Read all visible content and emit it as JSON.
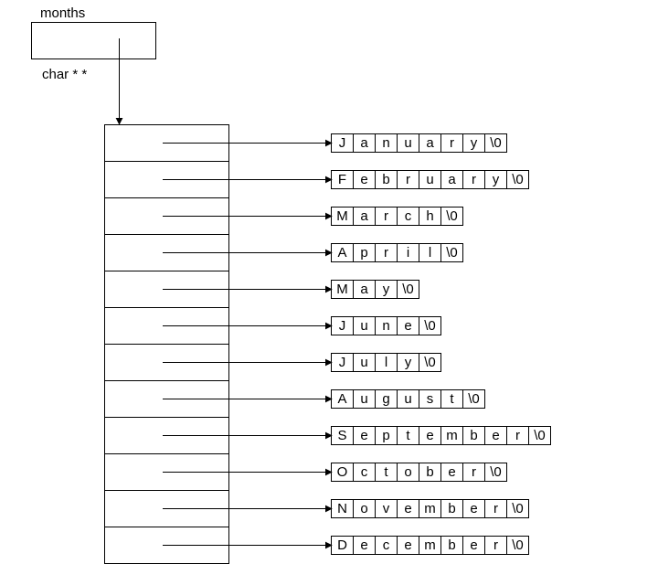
{
  "variable": {
    "name": "months",
    "type": "char * *"
  },
  "strings": [
    [
      "J",
      "a",
      "n",
      "u",
      "a",
      "r",
      "y",
      "\\0"
    ],
    [
      "F",
      "e",
      "b",
      "r",
      "u",
      "a",
      "r",
      "y",
      "\\0"
    ],
    [
      "M",
      "a",
      "r",
      "c",
      "h",
      "\\0"
    ],
    [
      "A",
      "p",
      "r",
      "i",
      "l",
      "\\0"
    ],
    [
      "M",
      "a",
      "y",
      "\\0"
    ],
    [
      "J",
      "u",
      "n",
      "e",
      "\\0"
    ],
    [
      "J",
      "u",
      "l",
      "y",
      "\\0"
    ],
    [
      "A",
      "u",
      "g",
      "u",
      "s",
      "t",
      "\\0"
    ],
    [
      "S",
      "e",
      "p",
      "t",
      "e",
      "m",
      "b",
      "e",
      "r",
      "\\0"
    ],
    [
      "O",
      "c",
      "t",
      "o",
      "b",
      "e",
      "r",
      "\\0"
    ],
    [
      "N",
      "o",
      "v",
      "e",
      "m",
      "b",
      "e",
      "r",
      "\\0"
    ],
    [
      "D",
      "e",
      "c",
      "e",
      "m",
      "b",
      "e",
      "r",
      "\\0"
    ]
  ],
  "style": {
    "line_color": "#000000",
    "background": "#ffffff"
  }
}
